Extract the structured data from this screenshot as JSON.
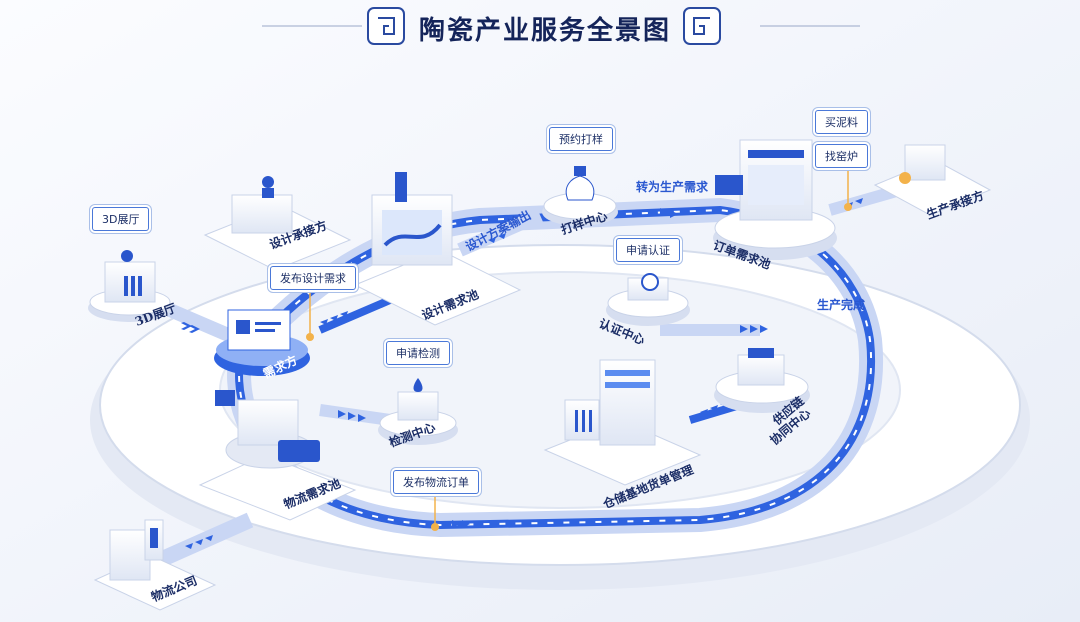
{
  "title": "陶瓷产业服务全景图",
  "colors": {
    "accent": "#2f63e0",
    "dark": "#14245a",
    "platform": "#ffffff",
    "background": "#f4f6fb"
  },
  "tags": {
    "exhibition_hall": "3D展厅",
    "publish_design": "发布设计需求",
    "book_sample": "预约打样",
    "buy_clay": "买泥料",
    "find_kiln": "找窑炉",
    "apply_cert": "申请认证",
    "apply_test": "申请检测",
    "publish_logistics": "发布物流订单"
  },
  "nodes": {
    "design_contractor": "设计承接方",
    "exhibition_3d": "3D展厅",
    "demand_side": "需求方",
    "design_demand_pool": "设计需求池",
    "sampling_center": "打样中心",
    "order_demand_pool": "订单需求池",
    "production_contractor": "生产承接方",
    "certification_center": "认证中心",
    "supply_chain_center_line1": "供应链",
    "supply_chain_center_line2": "协同中心",
    "testing_center": "检测中心",
    "warehouse": "仓储基地货单管理",
    "logistics_demand_pool": "物流需求池",
    "logistics_company": "物流公司"
  },
  "flows": {
    "design_output": "设计方案输出",
    "to_production": "转为生产需求",
    "production_done": "生产完成"
  }
}
